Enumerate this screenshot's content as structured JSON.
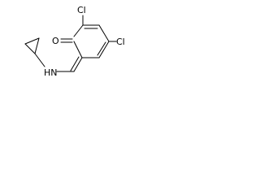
{
  "molecule": {
    "atoms": {
      "cl_top": "Cl",
      "cl_right": "Cl",
      "oxygen": "O",
      "amine": "HN"
    }
  }
}
